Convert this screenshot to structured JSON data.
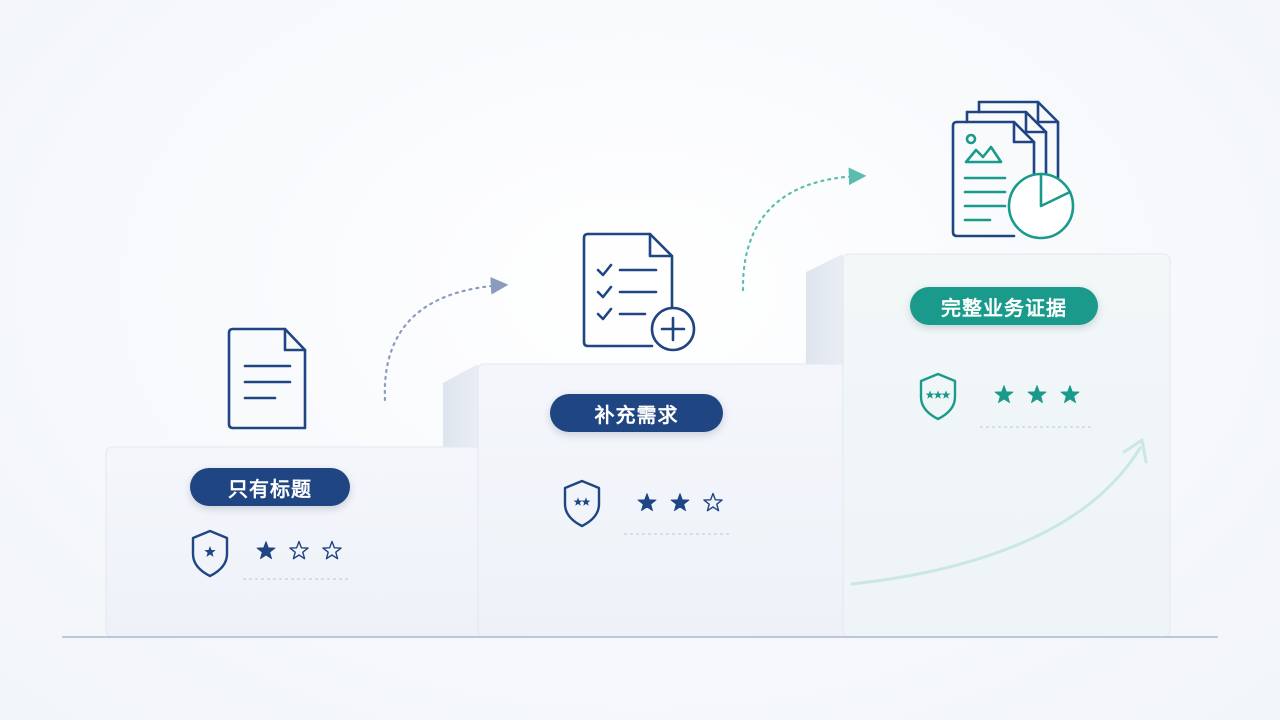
{
  "colors": {
    "navy": "#1f4583",
    "teal": "#1a9a8a",
    "baseline": "#a9b8d3",
    "block_face": "#eef2f8",
    "dotted_arrow": "#8a9bbd"
  },
  "steps": [
    {
      "label": "只有标题",
      "rating": 1,
      "rating_max": 3,
      "badge_stars": 1,
      "icon": "document-icon",
      "color": "navy"
    },
    {
      "label": "补充需求",
      "rating": 2,
      "rating_max": 3,
      "badge_stars": 2,
      "icon": "checklist-add-icon",
      "color": "navy"
    },
    {
      "label": "完整业务证据",
      "rating": 3,
      "rating_max": 3,
      "badge_stars": 3,
      "icon": "document-stack-chart-icon",
      "color": "teal"
    }
  ]
}
